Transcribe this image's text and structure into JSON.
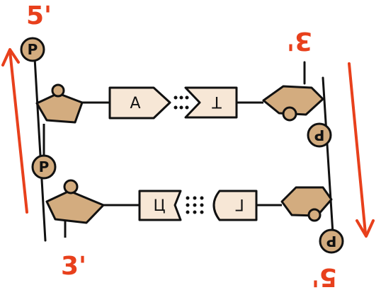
{
  "colors": {
    "sugar": "#d3ac7f",
    "phosphate": "#d3ac7f",
    "base_fill": "#f7e7d6",
    "arrow": "#e8401c",
    "label": "#e8401c",
    "stroke": "#111111"
  },
  "strand_left": {
    "end_top": "5'",
    "end_bottom": "3'",
    "phosphate_top": "P",
    "phosphate_middle": "P",
    "base_top": "A",
    "base_bottom": "Ц"
  },
  "strand_right": {
    "end_top": "3'",
    "end_bottom": "5'",
    "phosphate_middle": "P",
    "phosphate_bottom": "P",
    "base_top": "Т",
    "base_bottom": "Г"
  }
}
